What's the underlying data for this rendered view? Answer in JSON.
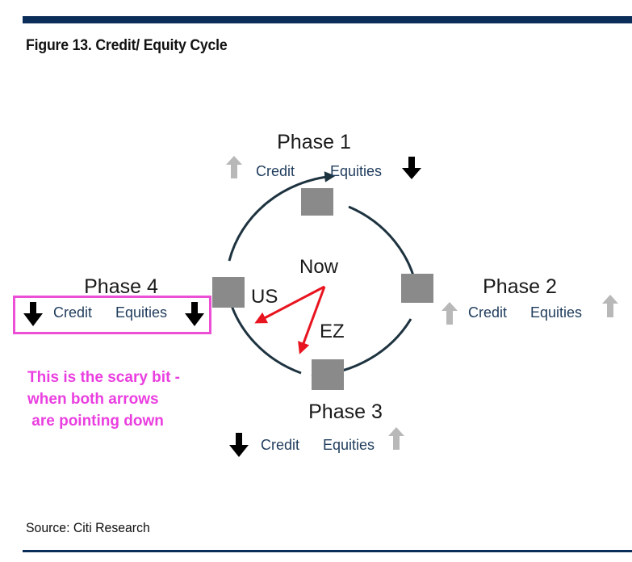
{
  "figure": {
    "title": "Figure 13. Credit/ Equity Cycle",
    "source": "Source: Citi Research"
  },
  "labels": {
    "credit": "Credit",
    "equities": "Equities"
  },
  "phases": [
    {
      "title": "Phase 1",
      "credit": "up",
      "equities": "down"
    },
    {
      "title": "Phase 2",
      "credit": "up",
      "equities": "up"
    },
    {
      "title": "Phase 3",
      "credit": "down",
      "equities": "up"
    },
    {
      "title": "Phase 4",
      "credit": "down",
      "equities": "down"
    }
  ],
  "markers": {
    "now": "Now",
    "us": "US",
    "ez": "EZ"
  },
  "annotation": "This is the scary bit -\nwhen both arrows\n are pointing down",
  "colors": {
    "rule": "#0b2d5a",
    "cycle_arrow": "#1e3340",
    "phase_box": "#8a8a8a",
    "up_arrow": "#b8b8b8",
    "down_arrow": "#000000",
    "now_arrow": "#e8141f",
    "highlight": "#ec4fd6"
  }
}
